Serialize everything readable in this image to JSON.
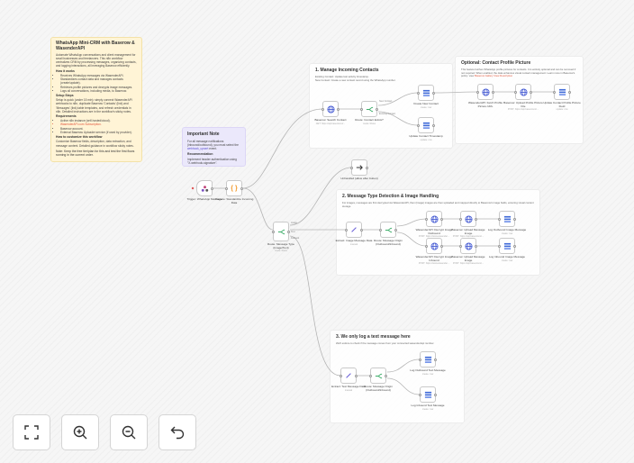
{
  "sticky_main": {
    "title": "WhatsApp Mini-CRM with Baserow & WasenderAPI",
    "intro": "Automate WhatsApp conversations and client management for small businesses and freelancers. This n8n workflow centralizes CRM by processing messages, organizing contacts, and logging interactions, all leveraging Baserow efficiently.",
    "features_title": "How it works",
    "features": [
      "Receives WhatsApp messages via WasenderAPI.",
      "Standardizes contact data and manages contacts (create/update).",
      "Retrieves profile pictures and decrypts image messages.",
      "Logs all conversations, including media, to Baserow."
    ],
    "setup_title": "Setup Steps",
    "setup": "Setup is quick (under 15 min): simply connect WasenderAPI webhooks to n8n, duplicate Baserow 'Contacts' (link) and 'Messages' (link) table templates, and refresh credentials in n8n. Detailed instructions are in the workflow's sticky notes.",
    "req_title": "Requirements",
    "requirements": [
      "Active n8n instance (self-hosted/cloud).",
      "WasenderAPI.com Subscription.",
      "Baserow account.",
      "External Baserow Uploader service (if used by provider)."
    ],
    "customize_title": "How to customize this workflow",
    "customize": "Customize Baserow fields, description, data extraction, and message content. Detailed guidance in workflow sticky notes.",
    "note": "Note: Keep the free tier/plan for this and test the first flows running in the current order."
  },
  "sticky_note": {
    "title": "Important Note",
    "body": "For all message notifications (inbound/outbound), you must select the",
    "link": "webhook_upsert",
    "body_end": "event.",
    "rec_title": "Recommendation",
    "rec": "Implement header authentication using \"X-webhook-signature\"."
  },
  "groups": {
    "g1": {
      "title": "1. Manage Incoming Contacts",
      "lines": [
        "Existing Contact: Update last activity timestamp.",
        "New Contact: Create a new contact record using the WhatsApp number."
      ]
    },
    "g_opt": {
      "title": "Optional: Contact Profile Picture",
      "desc": "This feature fetches WhatsApp profile pictures for contacts. It is entirely optional and can be removed if not required. When enabled, the data enhances visual contact management. Learn more in Baserow's policy: view",
      "link": "Baserow Gallery View Description"
    },
    "g2": {
      "title": "2. Message Type Detection & Image Handling",
      "desc": "For images, messages are first decrypted via WasenderAPI, then (image) images are then uploaded and mapped directly to Baserow's image fields, ensuring visual content storage."
    },
    "g3": {
      "title": "3. We only log a text message here",
      "desc": "We'll endure to check if the message comes from your connected wasender/api number."
    }
  },
  "nodes": [
    {
      "label": "Trigger: WhatsApp Message",
      "icon": "webhook-icon"
    },
    {
      "label": "Prepare: Standardize Incoming Data",
      "icon": "code-braces-icon"
    },
    {
      "label": "Baserow: Search Contact",
      "sub": "GET: https://api.baserow.io/...",
      "icon": "globe-icon"
    },
    {
      "label": "Route: Contact Exists?",
      "sub": "mode: Rules",
      "icon": "switch-icon"
    },
    {
      "label": "Create New Contact",
      "sub": "create: row",
      "icon": "baserow-icon"
    },
    {
      "label": "Update Contact Timestamp",
      "sub": "update: row",
      "icon": "baserow-icon"
    },
    {
      "label": "WasenderAPI: Fetch Profile Picture URL",
      "icon": "globe-icon"
    },
    {
      "label": "Baserow: Upload Profile Picture File",
      "sub": "POST: https://api.baserow.io/...",
      "icon": "globe-icon"
    },
    {
      "label": "Update Contact Profile Picture Field",
      "sub": "update: row",
      "icon": "baserow-icon"
    },
    {
      "label": "Route: Message Type (Image/Text)",
      "sub": "mode: Rules",
      "icon": "switch-icon"
    },
    {
      "label": "Unhandled (allow after button)",
      "icon": "arrow-right-icon"
    },
    {
      "label": "Extract: Image Message Data",
      "sub": "manual",
      "icon": "pencil-icon"
    },
    {
      "label": "Route: Message Origin (Outbound/Inbound)",
      "icon": "switch-icon"
    },
    {
      "label": "WasenderAPI: Decrypt Image Outbound",
      "sub": "POST: https://www.wasender...",
      "icon": "globe-icon"
    },
    {
      "label": "Baserow: Upload Message Image",
      "sub": "POST: https://api.baserow.io/...",
      "icon": "globe-icon"
    },
    {
      "label": "Log Outbound Image Message",
      "sub": "create: row",
      "icon": "baserow-icon"
    },
    {
      "label": "WasenderAPI: Decrypt Image Inbound",
      "sub": "POST: https://www.wasender...",
      "icon": "globe-icon"
    },
    {
      "label": "Baserow: Upload Message Image",
      "sub": "POST: https://api.baserow.io/...",
      "icon": "globe-icon"
    },
    {
      "label": "Log Inbound Image Message",
      "sub": "create: row",
      "icon": "baserow-icon"
    },
    {
      "label": "Extract: Text Message Data",
      "sub": "manual",
      "icon": "pencil-icon"
    },
    {
      "label": "Route: Message Origin (Outbound/Inbound)",
      "icon": "switch-icon"
    },
    {
      "label": "Log Outbound Text Message",
      "sub": "create: row",
      "icon": "baserow-icon"
    },
    {
      "label": "Log Inbound Text Message",
      "sub": "create: row",
      "icon": "baserow-icon"
    }
  ],
  "edge_labels": {
    "new": "New Contact",
    "existing": "Existing Contact",
    "image": "Image",
    "text": "Text",
    "fallback": "Fallback"
  },
  "controls": [
    {
      "name": "fit-view-button",
      "icon": "fullscreen-icon"
    },
    {
      "name": "zoom-in-button",
      "icon": "zoom-in-icon"
    },
    {
      "name": "zoom-out-button",
      "icon": "zoom-out-icon"
    },
    {
      "name": "undo-button",
      "icon": "undo-icon"
    }
  ],
  "colors": {
    "sticky_yellow": "#fff4d6",
    "sticky_purple": "#ebe8fb",
    "http": "#4a5fd4",
    "baserow": "#3f6ad8",
    "switch": "#3fae6a",
    "code": "#f29a2e"
  }
}
